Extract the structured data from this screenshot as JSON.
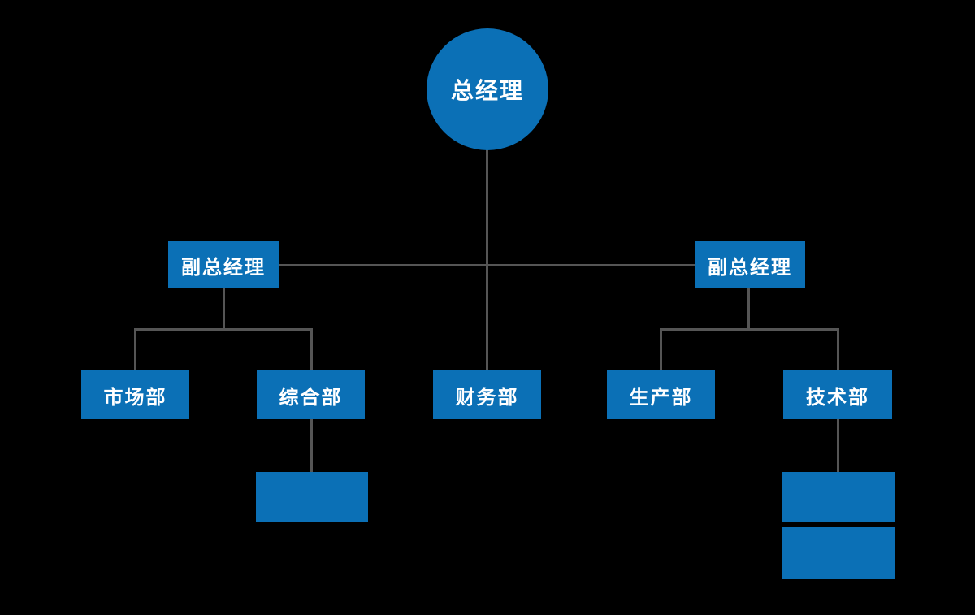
{
  "colors": {
    "background": "#000000",
    "node_fill": "#0b70b6",
    "connector": "#555555",
    "label_text": "#ffffff"
  },
  "org_chart": {
    "root": {
      "label": "总经理",
      "shape": "circle"
    },
    "deputies": [
      {
        "label": "副总经理"
      },
      {
        "label": "副总经理"
      }
    ],
    "departments": [
      {
        "label": "市场部"
      },
      {
        "label": "综合部"
      },
      {
        "label": "财务部"
      },
      {
        "label": "生产部"
      },
      {
        "label": "技术部"
      }
    ],
    "placeholders": [
      {
        "label": ""
      },
      {
        "label": ""
      },
      {
        "label": ""
      }
    ]
  }
}
